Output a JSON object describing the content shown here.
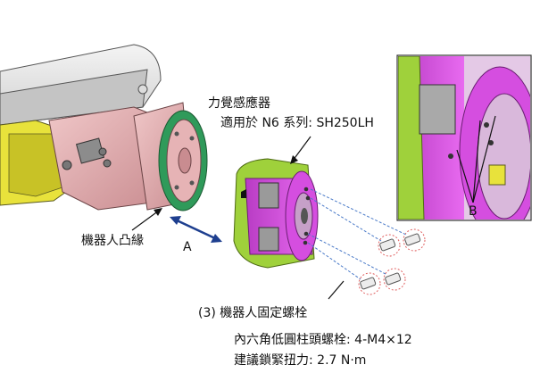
{
  "labels": {
    "sensor_title": "力覺感應器",
    "sensor_series": "適用於 N6 系列: SH250LH",
    "robot_flange": "機器人凸緣",
    "arrow_a": "A",
    "callout_b": "B",
    "bolt_title": "(3) 機器人固定螺栓",
    "bolt_spec": "內六角低圓柱頭螺栓: 4-M4×12",
    "torque": "建議鎖緊扭力: 2.7 N·m"
  },
  "colors": {
    "robot_pink": "#e6b3b5",
    "robot_yellow": "#e8e23b",
    "sensor_magenta": "#d54ee0",
    "sensor_green": "#9fd13b",
    "flange_green": "#2f9a5a",
    "arrow_blue": "#1e3f8f",
    "dash_blue": "#4a7ac8",
    "circle_red": "#e06060"
  }
}
